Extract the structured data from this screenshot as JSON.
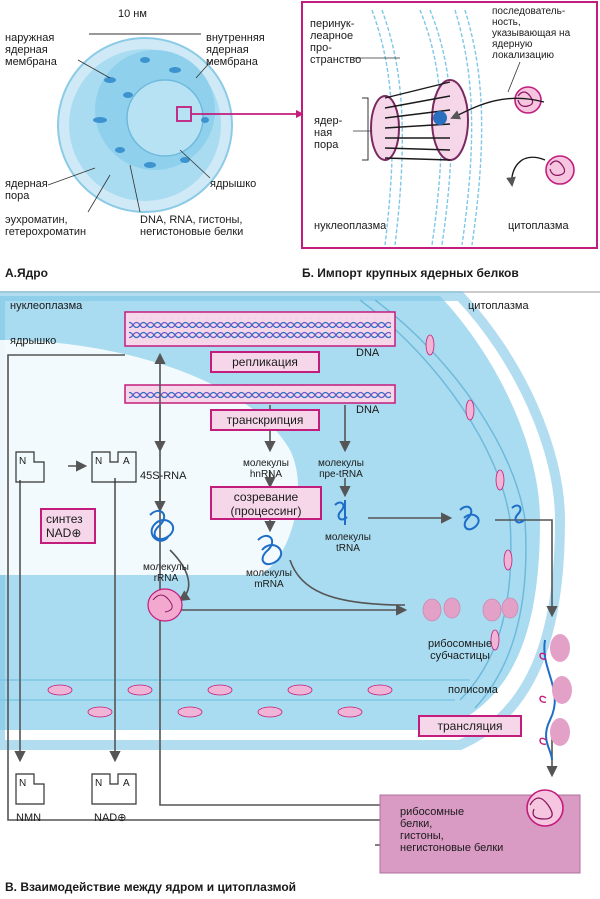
{
  "panel_a": {
    "caption": "А.Ядро",
    "scale": "10 нм",
    "outer_membrane": "наружная\nядерная\nмембрана",
    "inner_membrane": "внутренняя\nядерная\nмембрана",
    "pore": "ядерная\nпора",
    "nucleolus": "ядрышко",
    "chromatin": "эухроматин,\nгетерохроматин",
    "contents": "DNA, RNA, гистоны,\nнегистоновые белки"
  },
  "panel_b": {
    "caption": "Б. Импорт крупных ядерных белков",
    "perinuclear": "перинук-\nлеарное\nпро-\nстранство",
    "pore": "ядер-\nная\nпора",
    "nls": "последователь-\nность,\nуказывающая на\nядерную\nлокализацию",
    "nucleoplasm": "нуклеоплазма",
    "cytoplasm": "цитоплазма"
  },
  "panel_c": {
    "caption": "В. Взаимодействие между ядром и цитоплазмой",
    "nucleoplasm": "нуклеоплазма",
    "cytoplasm": "цитоплазма",
    "nucleolus": "ядрышко",
    "dna1": "DNA",
    "dna2": "DNA",
    "replication": "репликация",
    "transcription": "транскрипция",
    "maturation": "созревание\n(процессинг)",
    "rna45s": "45S-RNA",
    "hnrna": "молекулы\nhnRNA",
    "pretrna": "молекулы\nпре-tRNA",
    "trna": "молекулы\ntRNA",
    "mrna": "молекулы\nmRNA",
    "rrna": "молекулы\nrRNA",
    "nad_synth": "синтез\nNAD⊕",
    "ribo_sub": "рибосомные\nсубчастицы",
    "polysome": "полисома",
    "translation": "трансляция",
    "proteins": "рибосомные\nбелки,\nгистоны,\nнегистоновые белки",
    "nmn": "NMN",
    "nad": "NAD⊕",
    "n_letter": "N",
    "a_letter": "A"
  },
  "colors": {
    "nucleus_blue": "#a9dcf0",
    "nucleus_dark": "#7fc7e6",
    "accent_magenta": "#c21d7c",
    "pink_fill": "#f6d7ea",
    "dna_blue": "#2a6fc0"
  }
}
